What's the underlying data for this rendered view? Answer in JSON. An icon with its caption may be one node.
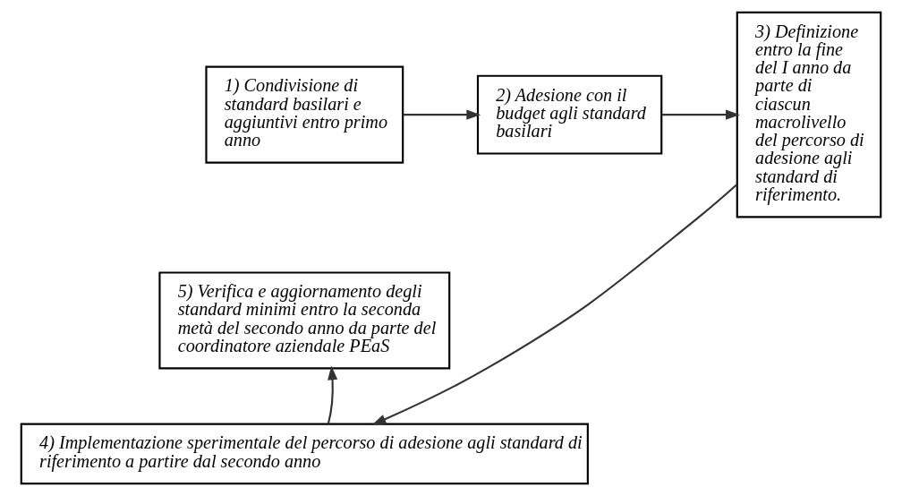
{
  "diagram": {
    "nodes": [
      {
        "text": [
          "1) Condivisione di standard basilari e aggiuntivi entro primo anno"
        ]
      },
      {
        "text": [
          "2) Adesione con il budget agli standard basilari"
        ]
      },
      {
        "text": [
          "3) Definizione entro la fine del I anno da parte di ciascun macrolivello del percorso di adesione agli standard di riferimento."
        ]
      },
      {
        "text": [
          "4) Implementazione sperimentale del percorso di adesione agli standard di riferimento a partire dal secondo anno"
        ]
      },
      {
        "text": [
          "5) Verifica e aggiornamento degli standard minimi entro la seconda metà del secondo anno da parte del coordinatore aziendale PEaS"
        ]
      }
    ],
    "edges": [
      {
        "from": 0,
        "to": 1,
        "arrow": "to"
      },
      {
        "from": 1,
        "to": 2,
        "arrow": "to"
      },
      {
        "from": 2,
        "to": 3,
        "arrow": "to"
      },
      {
        "from": 3,
        "to": 4,
        "arrow": "to"
      }
    ]
  }
}
